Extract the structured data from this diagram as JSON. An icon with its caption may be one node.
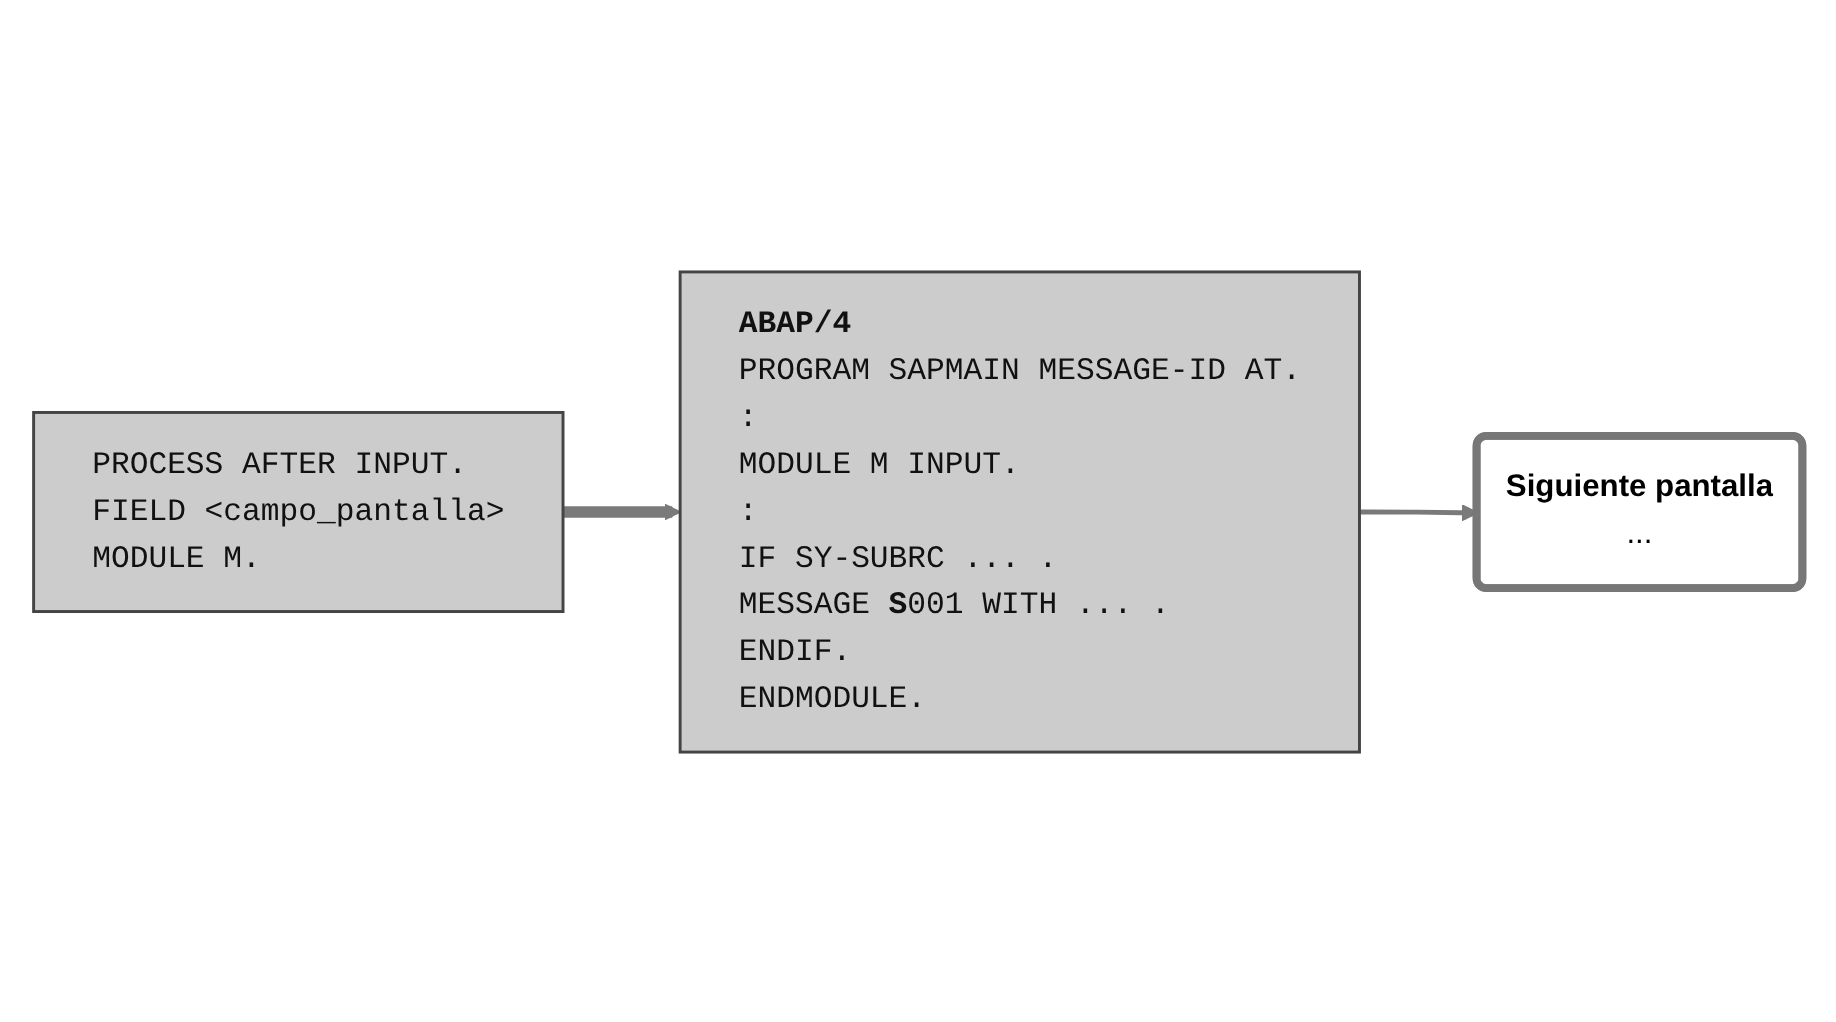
{
  "diagram": {
    "nodes": [
      {
        "text": [
          "PROCESS AFTER INPUT.",
          "FIELD <campo_pantalla>",
          "MODULE M."
        ]
      },
      {
        "text": [
          "ABAP/4",
          "PROGRAM SAPMAIN MESSAGE-ID AT.",
          ":",
          "MODULE M INPUT.",
          ":",
          "IF SY-SUBRC ... .",
          "MESSAGE **S**001 WITH ... .",
          "ENDIF.",
          "ENDMODULE."
        ]
      },
      {
        "text": [
          "Siguiente pantalla",
          "..."
        ]
      }
    ],
    "edges": [
      {
        "from": 0,
        "to": 1,
        "arrow": "to",
        "style": "thick"
      },
      {
        "from": 1,
        "to": 2,
        "arrow": "to"
      }
    ]
  }
}
